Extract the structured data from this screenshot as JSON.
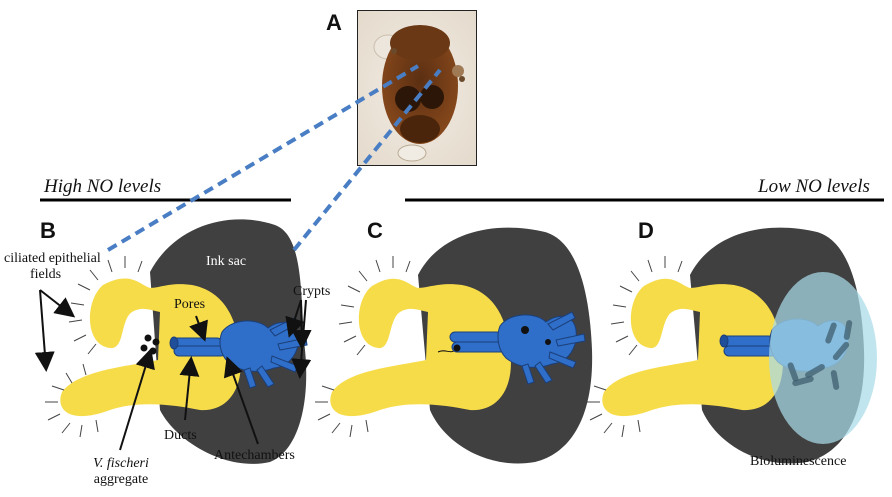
{
  "panels": {
    "a": "A",
    "b": "B",
    "c": "C",
    "d": "D"
  },
  "conditions": {
    "high": "High NO levels",
    "low": "Low NO levels"
  },
  "labels": {
    "ciliated_line1": "ciliated epithelial",
    "ciliated_line2": "fields",
    "ink_sac": "Ink sac",
    "pores": "Pores",
    "crypts": "Crypts",
    "ducts": "Ducts",
    "antechambers": "Antechambers",
    "vfischeri_line1": "V. fischeri",
    "vfischeri_line2": "aggregate",
    "bioluminescence": "Bioluminescence"
  },
  "colors": {
    "yellow": "#f7dc4a",
    "blue": "#2f6fc9",
    "ink": "#404040",
    "glow": "#a9dbe8",
    "dashed": "#4a7ec4"
  }
}
